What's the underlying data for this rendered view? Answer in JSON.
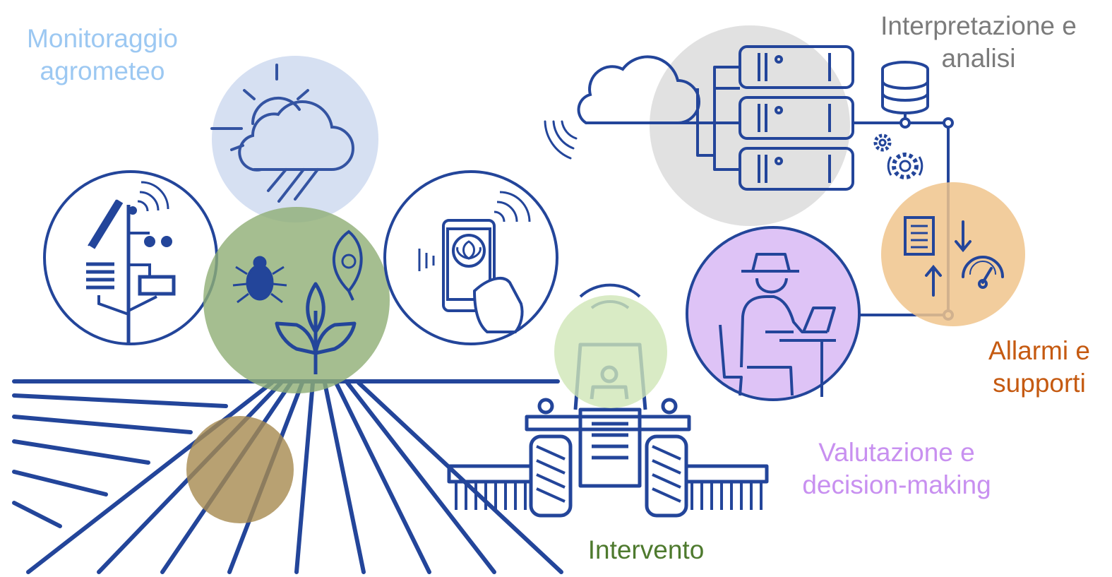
{
  "labels": {
    "monitoraggio": {
      "lines": [
        "Monitoraggio",
        "agrometeo"
      ],
      "color": "#9cc8f2"
    },
    "interpretazione": {
      "lines": [
        "Interpretazione e",
        "analisi"
      ],
      "color": "#7b7b7b"
    },
    "allarmi": {
      "lines": [
        "Allarmi e",
        "supporti"
      ],
      "color": "#c55a11"
    },
    "valutazione": {
      "lines": [
        "Valutazione e",
        "decision-making"
      ],
      "color": "#c890f0"
    },
    "intervento": {
      "lines": [
        "Intervento"
      ],
      "color": "#4e7a2e"
    }
  },
  "colors": {
    "line": "#23459a",
    "weather_bubble": "#cfdbf0",
    "plant_bubble": "#8fae74",
    "soil_bubble": "#a68a4f",
    "tractor_bubble": "#cfe6b7",
    "cloud_bubble": "#d9d9d9",
    "alarm_bubble": "#f0c48c",
    "decision_bubble": "#d8b8f4"
  },
  "icons": [
    "cloud-sun-rain-icon",
    "weather-station-icon",
    "bug-icon",
    "leaf-icon",
    "plant-sprout-icon",
    "smartphone-app-icon",
    "cloud-icon",
    "server-rack-icon",
    "database-icon",
    "gears-icon",
    "document-icon",
    "gauge-icon",
    "farmer-laptop-icon",
    "tractor-icon",
    "field-rows-icon"
  ]
}
